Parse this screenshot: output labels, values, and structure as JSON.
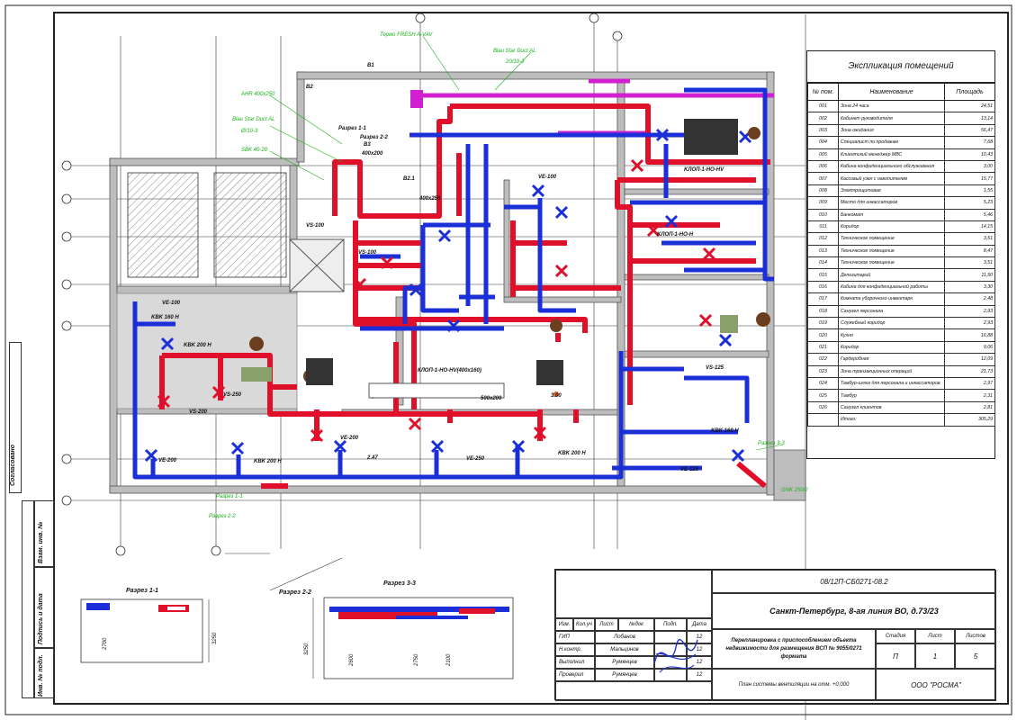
{
  "drawing": {
    "green_labels": [
      "Термо FRESH A-VAV",
      "Blau Star Duct AL",
      "Blau Star Duct AL",
      "Ø/10-3",
      "20/10-3",
      "AHR 400x250",
      "SBK 40-20",
      "Разрез 1-1",
      "Разрез 2-2",
      "Разрез 3-3",
      "GNK 250/2"
    ],
    "black_labels": [
      "B1",
      "B2",
      "B3",
      "400x200",
      "Разрез 1-1",
      "Разрез 2-2",
      "VE-100",
      "VE-100",
      "VE-200",
      "VS-100",
      "VS-100",
      "VS-200",
      "VS-250",
      "VE-200",
      "VE-250",
      "VE-125",
      "VS-125",
      "KBK 160 H",
      "KBK 200 H",
      "KBK 200 H",
      "KBK 160 H",
      "KBK 200 H",
      "KЛOП-1-HO-HV",
      "KЛOП-1-HO-H",
      "КЛОП-1-НО-НV(400x160)",
      "400x250",
      "500x200",
      "3.00",
      "2.47",
      "B2.1",
      "2700",
      "3250",
      "3250",
      "2600",
      "2750",
      "2100"
    ],
    "sections": {
      "s11": "Разрез 1-1",
      "s22": "Разрез 2-2",
      "s33": "Разрез 3-3"
    }
  },
  "explication": {
    "title": "Экспликация помещений",
    "headers": [
      "№ пом.",
      "Наименование",
      "Площадь"
    ],
    "rows": [
      [
        "001",
        "Зона 24 часа",
        "24,51"
      ],
      [
        "002",
        "Кабинет руководителя",
        "13,14"
      ],
      [
        "003",
        "Зона ожидания",
        "56,47"
      ],
      [
        "004",
        "Специалист по продажам",
        "7,68"
      ],
      [
        "005",
        "Клиентский менеджер МВС",
        "10,43"
      ],
      [
        "006",
        "Кабина конфиденциального обслуживания",
        "3,00"
      ],
      [
        "007",
        "Кассовый узел с накопителем",
        "15,77"
      ],
      [
        "008",
        "Электрощитовая",
        "1,55"
      ],
      [
        "009",
        "Место для инкассаторов",
        "5,23"
      ],
      [
        "010",
        "Банкомат",
        "5,46"
      ],
      [
        "011",
        "Коридор",
        "14,15"
      ],
      [
        "012",
        "Техническое помещение",
        "3,51"
      ],
      [
        "013",
        "Техническое помещение",
        "8,47"
      ],
      [
        "014",
        "Техническое помещение",
        "3,51"
      ],
      [
        "015",
        "Депозитарий",
        "11,50"
      ],
      [
        "016",
        "Кабина для конфиденциальной работы",
        "3,30"
      ],
      [
        "017",
        "Комната уборочного инвентаря",
        "2,48"
      ],
      [
        "018",
        "Санузел персонала",
        "2,93"
      ],
      [
        "019",
        "Служебный коридор",
        "2,93"
      ],
      [
        "020",
        "Кухня",
        "16,88"
      ],
      [
        "021",
        "Коридор",
        "9,06"
      ],
      [
        "022",
        "Гардеробная",
        "12,09"
      ],
      [
        "023",
        "Зона транзакционных операций",
        "21,73"
      ],
      [
        "024",
        "Тамбур-шлюз для персонала и инкассаторов",
        "2,97"
      ],
      [
        "025",
        "Тамбур",
        "2,31"
      ],
      [
        "026",
        "Санузел клиентов",
        "2,81"
      ],
      [
        "",
        "Итого:",
        "305,29"
      ]
    ]
  },
  "stamp": {
    "code": "08/12П-СБ0271-08.2",
    "address": "Санкт-Петербург, 8-ая линия ВО, д.73/23",
    "project": "Перепланировка с приспособлением объекта недвижимости для размещения ВСП № 9055/0271 формата",
    "sheet_title": "План системы вентиляции на отм. +0,000",
    "company": "ООО \"РОСМА\"",
    "col_headers": [
      "Изм.",
      "Кол.уч",
      "Лист",
      "№док",
      "Подп.",
      "Дата"
    ],
    "roles": [
      "ГИП",
      "Н.контр.",
      "Выполнил",
      "Проверил"
    ],
    "names": [
      "Лобанов",
      "Мальцинов",
      "Румянцев",
      "Румянцев"
    ],
    "dates": [
      "12",
      "12",
      "12",
      "12"
    ],
    "stage_headers": [
      "Стадия",
      "Лист",
      "Листов"
    ],
    "stage_values": [
      "П",
      "1",
      "5"
    ]
  },
  "side_block": {
    "labels": [
      "Согласовано",
      "Взам. инв. №",
      "Подпись и дата",
      "Инв. № подл."
    ]
  },
  "colors": {
    "supply": "#e0102a",
    "exhaust": "#1a2fd8",
    "magenta": "#d020d0",
    "green": "#19b019",
    "wall": "#8c8c8c",
    "line": "#222222"
  }
}
